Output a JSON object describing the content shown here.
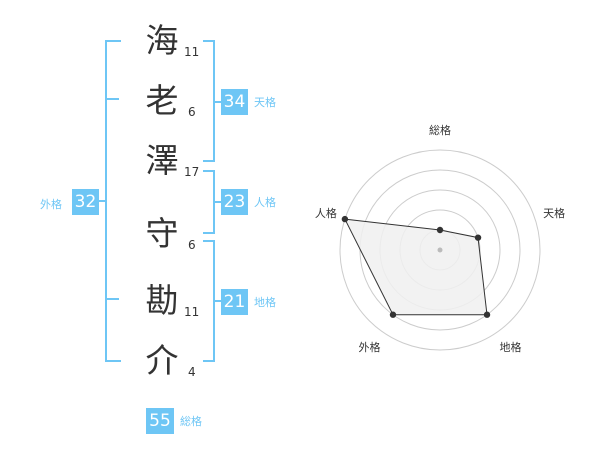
{
  "name": {
    "chars": [
      {
        "char": "海",
        "strokes": "11"
      },
      {
        "char": "老",
        "strokes": "6"
      },
      {
        "char": "澤",
        "strokes": "17"
      },
      {
        "char": "守",
        "strokes": "6"
      },
      {
        "char": "勘",
        "strokes": "11"
      },
      {
        "char": "介",
        "strokes": "4"
      }
    ]
  },
  "kaku": {
    "tenkaku": {
      "value": "34",
      "label": "天格"
    },
    "jinkaku": {
      "value": "23",
      "label": "人格"
    },
    "chikaku": {
      "value": "21",
      "label": "地格"
    },
    "gaikaku": {
      "value": "32",
      "label": "外格"
    },
    "soukaku": {
      "value": "55",
      "label": "総格"
    }
  },
  "colors": {
    "accent": "#6ec6f5",
    "text": "#333333",
    "grid": "#cccccc",
    "fill": "#f0f0f0"
  },
  "radar": {
    "axes": [
      "総格",
      "天格",
      "地格",
      "外格",
      "人格"
    ],
    "levels": 5,
    "values": [
      1,
      2,
      4,
      4,
      5
    ]
  }
}
